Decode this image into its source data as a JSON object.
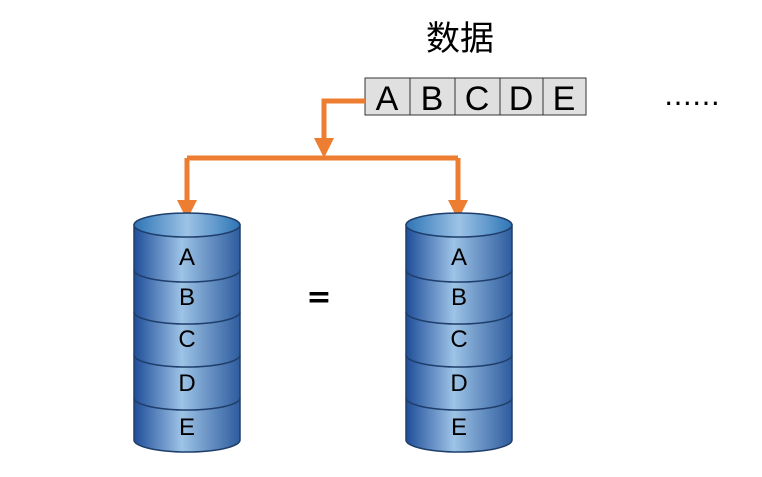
{
  "title": "数据",
  "data_blocks": [
    "A",
    "B",
    "C",
    "D",
    "E"
  ],
  "ellipsis": "……",
  "equals_sign": "=",
  "disks": [
    {
      "segments": [
        "A",
        "B",
        "C",
        "D",
        "E"
      ]
    },
    {
      "segments": [
        "A",
        "B",
        "C",
        "D",
        "E"
      ]
    }
  ],
  "colors": {
    "arrow": "#ED7D31",
    "disk_edge": "#1F3E6B",
    "disk_light": "#9DC3E6",
    "disk_mid": "#2E75B6",
    "disk_dark": "#1F4E99",
    "block_fill": "#E0E0E0"
  }
}
